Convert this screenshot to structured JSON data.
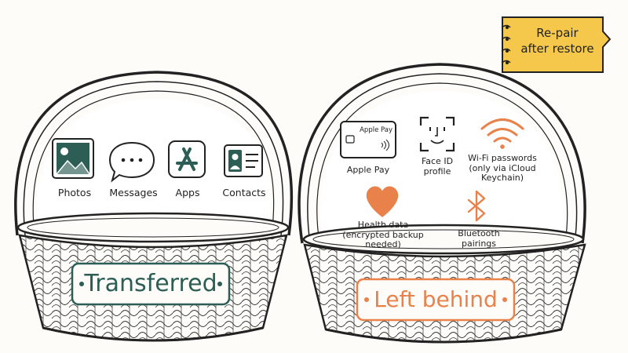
{
  "note": {
    "text": "Re-pair\nafter restore",
    "color": "#f5c84c"
  },
  "baskets": [
    {
      "label": "Transferred",
      "label_color": "#2c5e55",
      "items": [
        {
          "label": "Photos",
          "icon": "photos-icon"
        },
        {
          "label": "Messages",
          "icon": "messages-icon"
        },
        {
          "label": "Apps",
          "icon": "app-store-icon"
        },
        {
          "label": "Contacts",
          "icon": "contacts-icon"
        }
      ]
    },
    {
      "label": "Left behind",
      "label_color": "#e8824a",
      "items": [
        {
          "label": "Apple Pay",
          "icon": "apple-pay-card-icon",
          "card_text": "Apple Pay"
        },
        {
          "label": "Face ID\nprofile",
          "icon": "face-id-icon"
        },
        {
          "label": "Wi-Fi passwords\n(only via iCloud\nKeychain)",
          "icon": "wifi-icon"
        },
        {
          "label": "Health data\n(encrypted backup\nneeded)",
          "icon": "heart-icon"
        },
        {
          "label": "Bluetooth\npairings",
          "icon": "bluetooth-icon"
        }
      ]
    }
  ],
  "colors": {
    "teal": "#2c5e55",
    "orange": "#e8824a",
    "ink": "#222222"
  }
}
